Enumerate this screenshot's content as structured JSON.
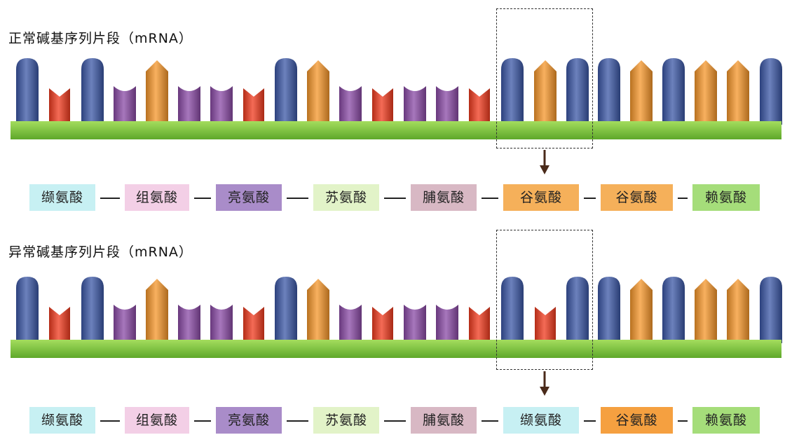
{
  "normal": {
    "title": "正常碱基序列片段（mRNA）",
    "bases": [
      "blue",
      "red",
      "blue",
      "purple",
      "orange",
      "purple",
      "purple",
      "red",
      "blue",
      "orange",
      "purple",
      "red",
      "purple",
      "purple",
      "red",
      "blue",
      "orange",
      "blue",
      "blue",
      "orange",
      "blue",
      "orange",
      "orange",
      "blue"
    ],
    "amino_acids": [
      {
        "label": "缬氨酸",
        "color": "#c7f0f3"
      },
      {
        "label": "组氨酸",
        "color": "#f3cfe6"
      },
      {
        "label": "亮氨酸",
        "color": "#a98cc9"
      },
      {
        "label": "苏氨酸",
        "color": "#e2f3c8"
      },
      {
        "label": "脯氨酸",
        "color": "#d8b8c4"
      },
      {
        "label": "谷氨酸",
        "color": "#f5b05a"
      },
      {
        "label": "谷氨酸",
        "color": "#f5b05a"
      },
      {
        "label": "赖氨酸",
        "color": "#a5dd7a"
      }
    ]
  },
  "abnormal": {
    "title": "异常碱基序列片段（mRNA）",
    "bases": [
      "blue",
      "red",
      "blue",
      "purple",
      "orange",
      "purple",
      "purple",
      "red",
      "blue",
      "orange",
      "purple",
      "red",
      "purple",
      "purple",
      "red",
      "blue",
      "red",
      "blue",
      "blue",
      "orange",
      "blue",
      "orange",
      "orange",
      "blue"
    ],
    "amino_acids": [
      {
        "label": "缬氨酸",
        "color": "#c7f0f3"
      },
      {
        "label": "组氨酸",
        "color": "#f3cfe6"
      },
      {
        "label": "亮氨酸",
        "color": "#a98cc9"
      },
      {
        "label": "苏氨酸",
        "color": "#e2f3c8"
      },
      {
        "label": "脯氨酸",
        "color": "#d8b8c4"
      },
      {
        "label": "缬氨酸",
        "color": "#c7f0f3"
      },
      {
        "label": "谷氨酸",
        "color": "#f5a040"
      },
      {
        "label": "赖氨酸",
        "color": "#a5dd7a"
      }
    ]
  },
  "base_colors": {
    "blue": "#3b57a6",
    "red": "#f03a1e",
    "purple": "#8a4aa6",
    "orange": "#f5962a",
    "backbone": "#7cc63a"
  }
}
